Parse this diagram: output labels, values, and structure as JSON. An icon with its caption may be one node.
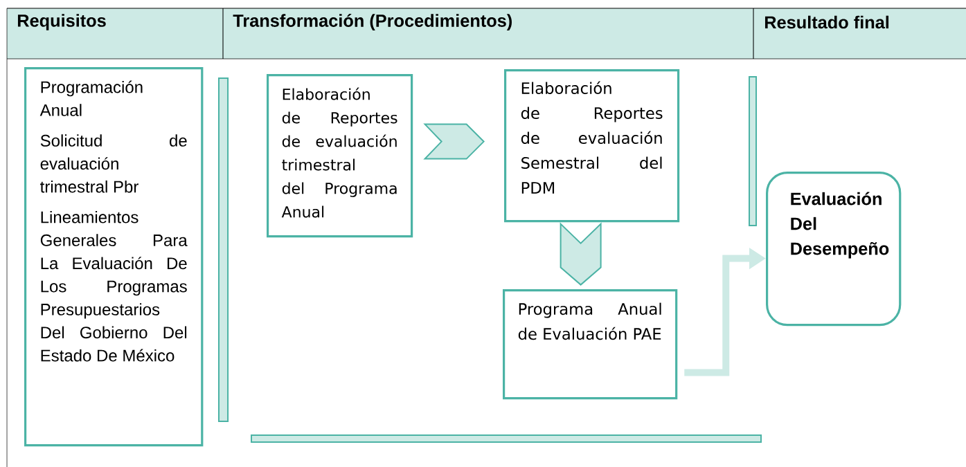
{
  "diagram": {
    "nodes": [
      {
        "text": [
          "Programación Anual",
          "Solicitud de evaluación trimestral Pbr",
          "Lineamientos Generales Para La Evaluación De Los Programas Presupuestarios Del Gobierno Del Estado De México"
        ]
      },
      {
        "text": [
          "Elaboración de Reportes de evaluación trimestral del Programa Anual"
        ]
      },
      {
        "text": [
          "Elaboración de Reportes de evaluación Semestral del PDM"
        ]
      },
      {
        "text": [
          "Programa Anual de Evaluación PAE"
        ]
      },
      {
        "text": [
          "Evaluación Del Desempeño"
        ]
      },
      {
        "text": [],
        "shape": "bar"
      },
      {
        "text": [],
        "shape": "bar"
      },
      {
        "text": [],
        "shape": "bar"
      }
    ],
    "edges": [
      {
        "from": 1,
        "to": 2,
        "arrow": "to"
      },
      {
        "from": 2,
        "to": 3,
        "arrow": "to"
      },
      {
        "from": 3,
        "to": 4,
        "arrow": "to",
        "color": "#cdeae5"
      }
    ],
    "labels": [
      "Requisitos",
      "Transformación (Procedimientos)",
      "Resultado final"
    ]
  }
}
